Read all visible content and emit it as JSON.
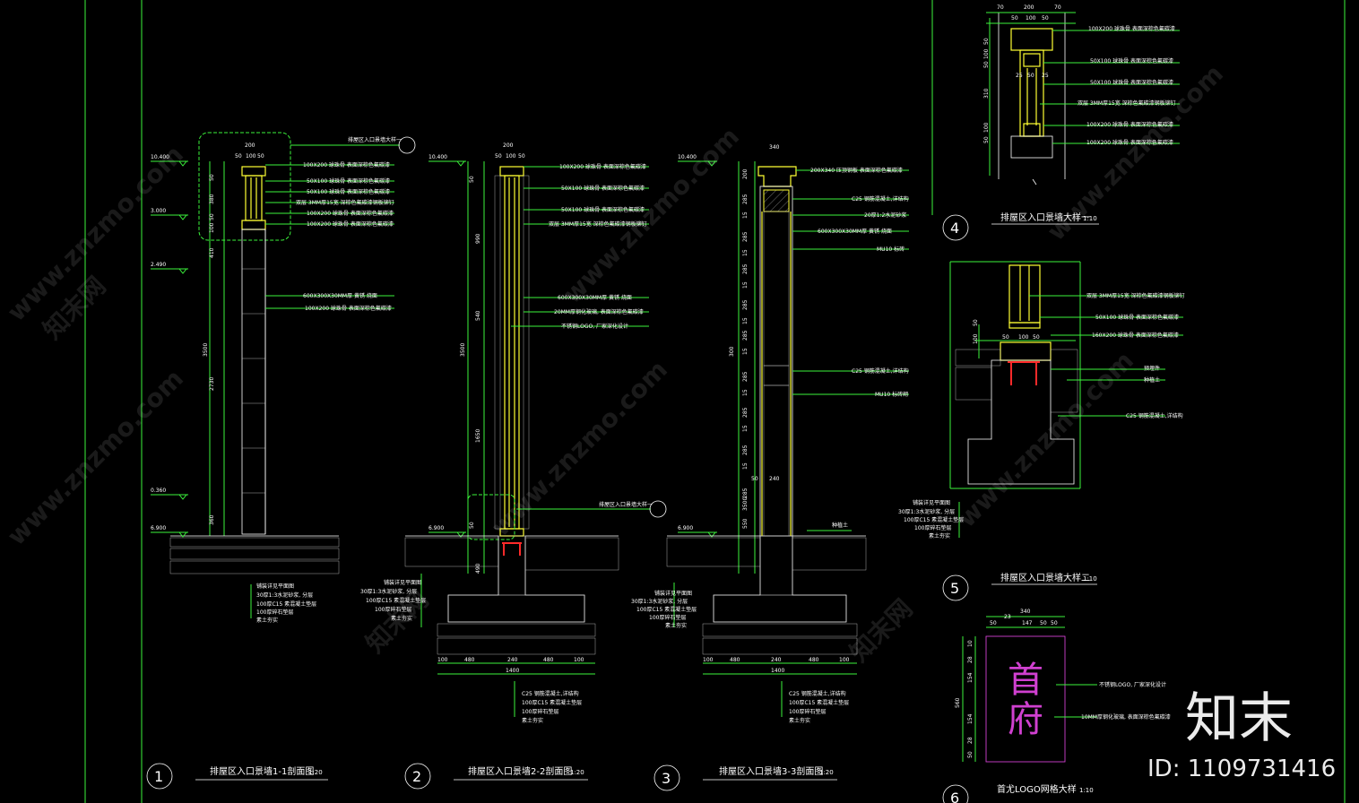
{
  "drawing": {
    "sections": [
      {
        "number": "1",
        "title": "排屋区入口景墙1-1剖面图",
        "scale": "1:20"
      },
      {
        "number": "2",
        "title": "排屋区入口景墙2-2剖面图",
        "scale": "1:20"
      },
      {
        "number": "3",
        "title": "排屋区入口景墙3-3剖面图",
        "scale": "1:20"
      },
      {
        "number": "4",
        "title": "排屋区入口景墙大样一",
        "scale": "1:10"
      },
      {
        "number": "5",
        "title": "排屋区入口景墙大样二",
        "scale": "1:10"
      },
      {
        "number": "6",
        "title": "首尤LOGO网格大样",
        "scale": "1:10"
      }
    ],
    "elevations": [
      "10.400",
      "3.000",
      "2.490",
      "0.360",
      "6.900",
      "10.400",
      "6.900",
      "10.400",
      "6.900"
    ],
    "dims": {
      "s1_vertical": [
        "50",
        "380",
        "50",
        "100",
        "410",
        "3500",
        "2730",
        "360"
      ],
      "s1_top": [
        "200",
        "50",
        "100",
        "50"
      ],
      "s2_top": [
        "200",
        "50",
        "100",
        "50"
      ],
      "s2_vertical": [
        "50",
        "990",
        "540",
        "3500",
        "1650",
        "50",
        "490"
      ],
      "s3_top": "340",
      "s3_vertical": [
        "200",
        "285",
        "15",
        "285",
        "15",
        "285",
        "15",
        "285",
        "15",
        "285",
        "15",
        "285",
        "15",
        "285",
        "15",
        "285",
        "15",
        "285",
        "3500",
        "300",
        "550"
      ],
      "s3_inner": [
        "240",
        "50"
      ],
      "footing_2": [
        "100",
        "480",
        "240",
        "480",
        "100",
        "1400"
      ],
      "footing_3": [
        "100",
        "480",
        "240",
        "480",
        "100",
        "1400"
      ],
      "d4_top": [
        "70",
        "200",
        "70",
        "50",
        "100",
        "50"
      ],
      "d4_left": [
        "50",
        "100",
        "50",
        "310",
        "100",
        "50"
      ],
      "d4_inner": [
        "25",
        "50",
        "25"
      ],
      "d5": [
        "50",
        "100",
        "50",
        "100",
        "50"
      ],
      "d6_top": [
        "340",
        "50",
        "23",
        "147",
        "50",
        "50"
      ],
      "d6_left": [
        "10",
        "28",
        "154",
        "560",
        "154",
        "28",
        "50"
      ]
    },
    "notes_s1": [
      "100X200 球珠骨 表面深棕色氟碳漆",
      "50X100 球珠骨 表面深棕色氟碳漆",
      "50X100 球珠骨 表面深棕色氟碳漆",
      "双层 3MM厚15宽 深棕色氟碳漆钢板铆钉",
      "100X200 球珠骨 表面深棕色氟碳漆",
      "100X200 球珠骨 表面深棕色氟碳漆",
      "600X300X30MM厚 黄锈 烧面",
      "100X200 球珠骨 表面深棕色氟碳漆"
    ],
    "notes_s1_base": [
      "铺装详见平面图",
      "30厚1:3水泥砂浆, 分层",
      "100厚C15 素混凝土垫层",
      "100厚碎石垫层",
      "素土夯实"
    ],
    "notes_s2": [
      "100X200 球珠骨 表面深棕色氟碳漆",
      "50X100 球珠骨 表面深棕色氟碳漆",
      "50X100 球珠骨 表面深棕色氟碳漆",
      "双层 3MM厚15宽 深棕色氟碳漆钢板铆钉",
      "600X300X30MM厚 黄锈 烧面",
      "20MM厚钢化玻璃, 表面深棕色氟碳漆",
      "不锈钢LOGO, 厂家深化设计"
    ],
    "notes_s2_callout": "排屋区入口景墙大样一",
    "notes_s2_base": [
      "铺装详见平面图",
      "30厚1:3水泥砂浆, 分层",
      "100厚C15 素混凝土垫层",
      "100厚碎石垫层",
      "素土夯实"
    ],
    "notes_s2_footing": [
      "C25 钢筋混凝土,详结构",
      "100厚C15 素混凝土垫层",
      "100厚碎石垫层",
      "素土夯实"
    ],
    "notes_s3": [
      "200X340 压顶钢板 表面深棕色氟碳漆",
      "C25 钢筋混凝土,详结构",
      "20厚1:2水泥砂浆",
      "600X300X30MM厚 黄锈 烧面",
      "MU10 标砖",
      "C25 钢筋混凝土,详结构",
      "MU10 标砖砌"
    ],
    "notes_s3_soil": "种植土",
    "notes_s3_base": [
      "铺装详见平面图",
      "30厚1:3水泥砂浆, 分层",
      "100厚C15 素混凝土垫层",
      "100厚碎石垫层",
      "素土夯实"
    ],
    "notes_s3_footing": [
      "C25 钢筋混凝土,详结构",
      "100厚C15 素混凝土垫层",
      "100厚碎石垫层",
      "素土夯实"
    ],
    "notes_d4": [
      "100X200 球珠骨 表面深棕色氟碳漆",
      "50X100 球珠骨 表面深棕色氟碳漆",
      "50X100 球珠骨 表面深棕色氟碳漆",
      "双层 3MM厚15宽 深棕色氟碳漆钢板铆钉",
      "100X200 球珠骨 表面深棕色氟碳漆",
      "100X200 球珠骨 表面深棕色氟碳漆"
    ],
    "notes_d5": [
      "双层 3MM厚15宽 深棕色氟碳漆钢板铆钉",
      "50X100 球珠骨 表面深棕色氟碳漆",
      "160X200 球珠骨 表面深棕色氟碳漆",
      "预埋件",
      "种植土",
      "C25 钢筋混凝土,详结构"
    ],
    "notes_d5_base": [
      "铺装详见平面图",
      "30厚1:3水泥砂浆, 分层",
      "100厚C15 素混凝土垫层",
      "100厚碎石垫层",
      "素土夯实"
    ],
    "notes_d6": [
      "不锈钢LOGO, 厂家深化设计",
      "10MM厚钢化玻璃, 表面深棕色氟碳漆"
    ],
    "logo_chars": [
      "首",
      "府"
    ]
  },
  "watermark": {
    "site": "www.znzmo.com",
    "brand": "知末网",
    "logo": "知末",
    "id": "ID: 1109731416"
  },
  "colors": {
    "background": "#000000",
    "line_green": "#3bf53b",
    "line_white": "#ffffff",
    "steel_yellow": "#ffff33",
    "embed_red": "#ff2a2a",
    "logo_magenta": "#d040d0"
  }
}
